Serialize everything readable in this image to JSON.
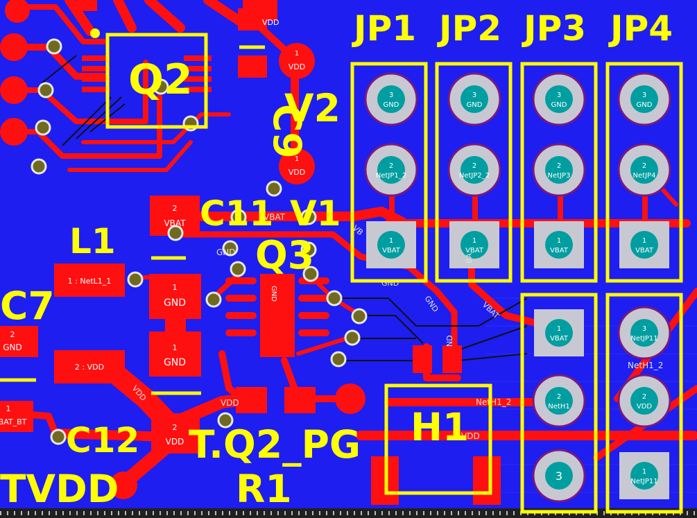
{
  "colors": {
    "board": "#1e1ef0",
    "copper": "#ff1010",
    "silkscreen": "#ffff00",
    "pad": "#c8c8d2",
    "drill": "#009ea0",
    "via": "#706a20",
    "keepout": "#202020"
  },
  "designators": {
    "jp1": "JP1",
    "jp2": "JP2",
    "jp3": "JP3",
    "jp4": "JP4",
    "q2": "Q2",
    "c9": "C9",
    "v2": "V2",
    "c11": "C11",
    "v1": "V1",
    "q3": "Q3",
    "l1": "L1",
    "c7": "C7",
    "c12": "C12",
    "tq2pg": "T.Q2_PG",
    "r1": "R1",
    "h1": "H1",
    "tvdd": "TVDD"
  },
  "headers": [
    {
      "pins": [
        {
          "num": "3",
          "net": "GND"
        },
        {
          "num": "2",
          "net": "NetJP1_2"
        },
        {
          "num": "1",
          "net": "VBAT"
        }
      ]
    },
    {
      "pins": [
        {
          "num": "3",
          "net": "GND"
        },
        {
          "num": "2",
          "net": "NetJP2_2"
        },
        {
          "num": "1",
          "net": "VBAT"
        }
      ]
    },
    {
      "pins": [
        {
          "num": "3",
          "net": "GND"
        },
        {
          "num": "2",
          "net": "NetJP3"
        },
        {
          "num": "1",
          "net": "VBAT"
        }
      ]
    },
    {
      "pins": [
        {
          "num": "3",
          "net": "GND"
        },
        {
          "num": "2",
          "net": "NetJP4"
        },
        {
          "num": "1",
          "net": "VBAT"
        }
      ]
    }
  ],
  "lower_headers": [
    {
      "pins": [
        {
          "num": "1",
          "net": "VBAT"
        },
        {
          "num": "2",
          "net": "NetH1"
        },
        {
          "num": "3",
          "net": ""
        }
      ]
    },
    {
      "pins": [
        {
          "num": "3",
          "net": "NetJP11"
        },
        {
          "num": "2",
          "net": "VDD"
        },
        {
          "num": "1",
          "net": "NetJP11"
        }
      ]
    }
  ],
  "pads": {
    "vdd_top": "VDD",
    "v2_pin1_num": "1",
    "v2_pin1_net": "VDD",
    "v2_pin2_num": "1",
    "v2_pin2_net": "VDD",
    "c11_num": "2",
    "c11_net": "VBAT",
    "l1_gnd1_num": "1",
    "l1_gnd1_net": "GND",
    "l1_gnd2_num": "1",
    "l1_gnd2_net": "GND",
    "c7_num": "2",
    "c7_net": "GND",
    "l1_net_pad": "1 : NetL1_1",
    "vdd_pad": "2 : VDD",
    "c12_num": "2",
    "c12_net": "VDD",
    "bat_num": "1",
    "bat_net": "BAT_BT"
  },
  "net_labels": {
    "gnd_track": "GND",
    "vbat_track": "VBAT",
    "gnd_q3": "GND",
    "gnd_diag": "GND",
    "vbat_diag": "VBAT",
    "neth1_2": "NetH1_2",
    "neth1_2b": "NetH1_2",
    "vdd_h1": "VDD",
    "vdd_left": "VDD",
    "vdd_diag": "VDD",
    "ba_vert": "BA",
    "nd_vert": "ND",
    "gnd_vert": "GND"
  }
}
